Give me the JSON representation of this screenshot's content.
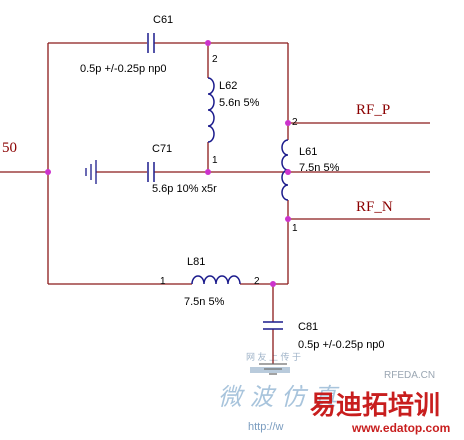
{
  "input_label": "50",
  "components": {
    "c61": {
      "ref": "C61",
      "value": "0.5p +/-0.25p np0",
      "pin": "2"
    },
    "l62": {
      "ref": "L62",
      "value": "5.6n 5%",
      "pin_top": "2",
      "pin_bottom": "1"
    },
    "c71": {
      "ref": "C71",
      "value": "5.6p 10% x5r"
    },
    "l61": {
      "ref": "L61",
      "value": "7.5n 5%",
      "pin_top": "2",
      "pin_bottom": "1"
    },
    "l81": {
      "ref": "L81",
      "value": "7.5n 5%",
      "pin_left": "1",
      "pin_right": "2"
    },
    "c81": {
      "ref": "C81",
      "value": "0.5p +/-0.25p np0"
    }
  },
  "nets": {
    "rf_p": "RF_P",
    "rf_n": "RF_N"
  },
  "watermark": {
    "rfeda": "RFEDA.CN",
    "url_left": "http://w",
    "site_cn": "易迪拓培训",
    "site_url": "www.edatop.com"
  },
  "colors": {
    "wire": "#8b1a1a",
    "component": "#1a1a8c",
    "node": "#cc33cc",
    "net_label": "#8b0000"
  }
}
